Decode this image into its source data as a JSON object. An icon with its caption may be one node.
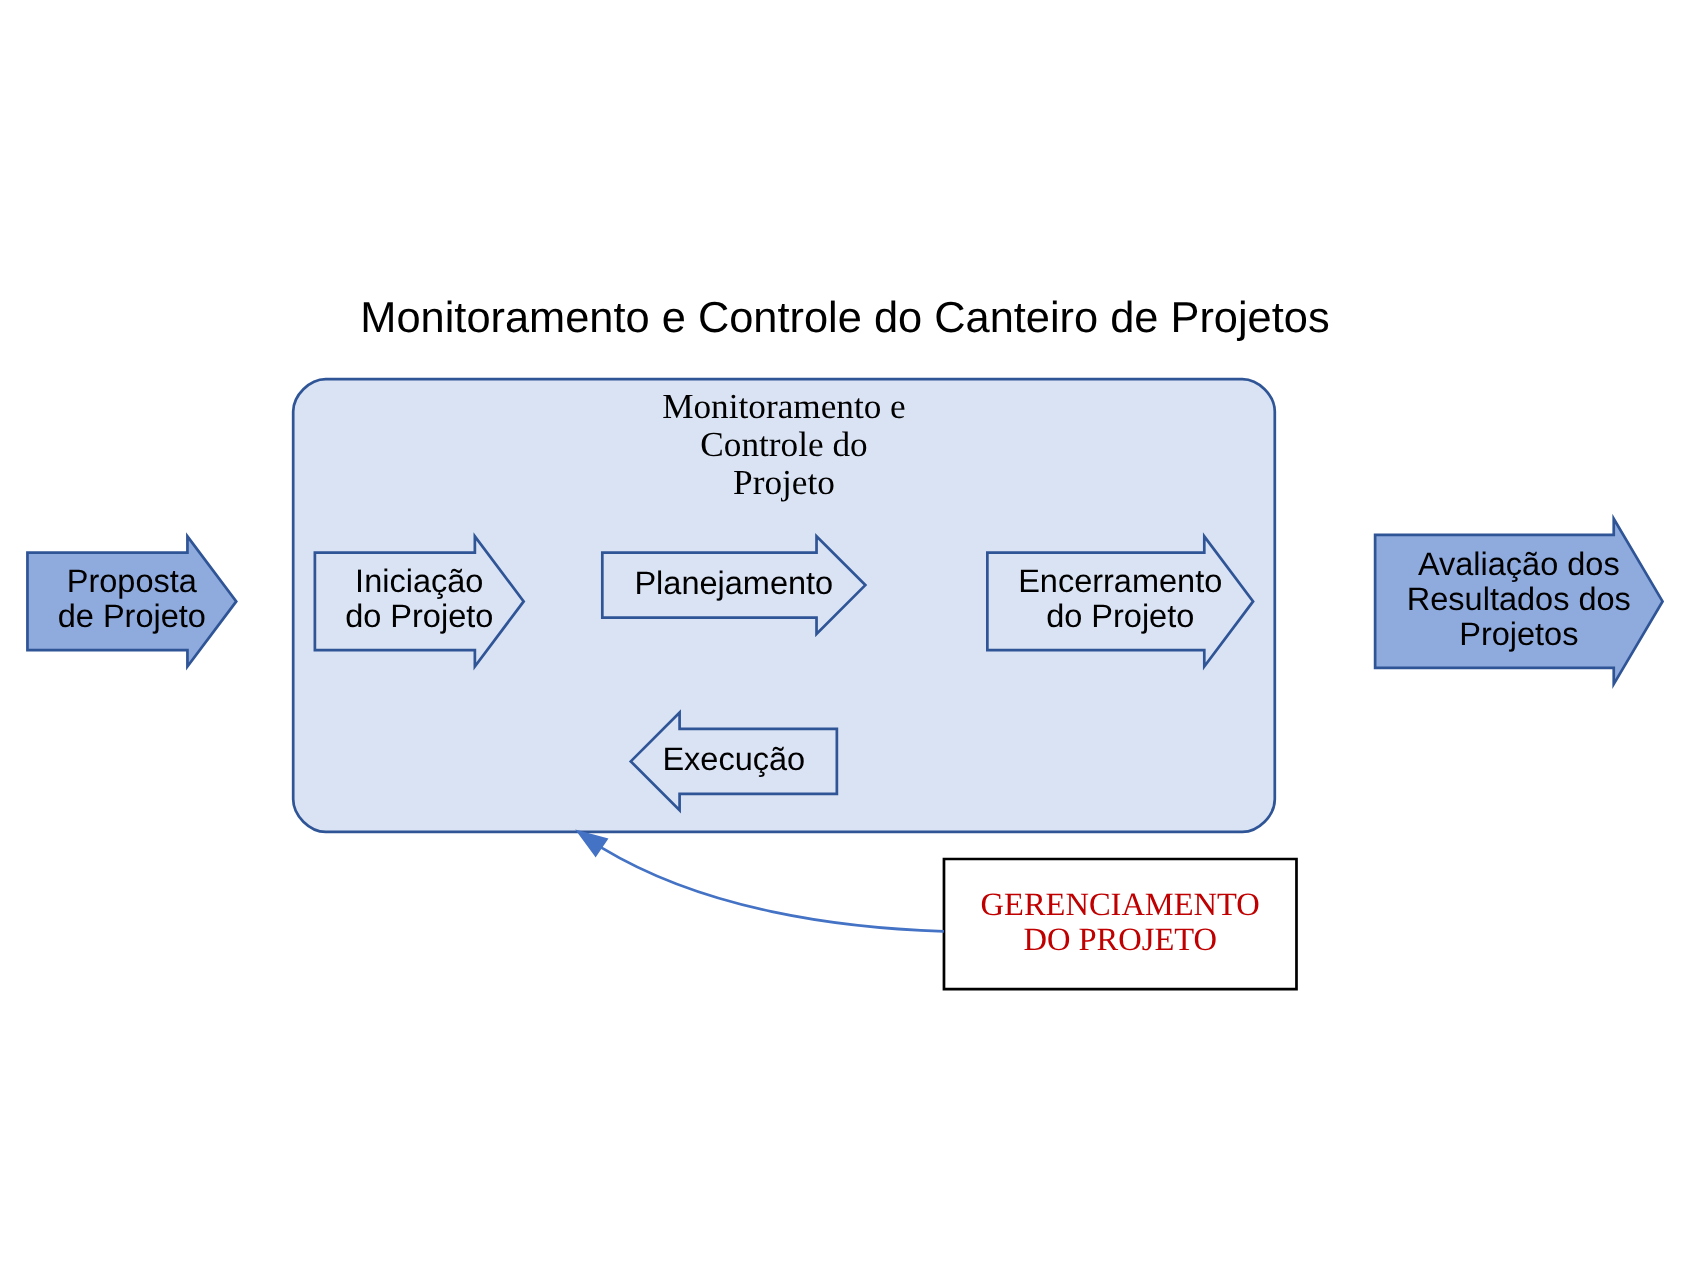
{
  "diagram": {
    "title": "Monitoramento e Controle do Canteiro de Projetos",
    "nodes": [
      {
        "text": [
          "Proposta de Projeto"
        ]
      },
      {
        "text": [
          "Monitoramento e Controle do Projeto"
        ]
      },
      {
        "text": [
          "Iniciação do Projeto"
        ],
        "in": 1
      },
      {
        "text": [
          "Planejamento"
        ],
        "in": 1
      },
      {
        "text": [
          "Execução"
        ],
        "in": 1
      },
      {
        "text": [
          "Encerramento do Projeto"
        ],
        "in": 1
      },
      {
        "text": [
          "Avaliação dos Resultados dos Projetos"
        ]
      },
      {
        "text": [
          "GERENCIAMENTO DO PROJETO"
        ]
      }
    ],
    "edges": [
      {
        "from": 7,
        "to": 1,
        "arrow": "to"
      }
    ]
  }
}
